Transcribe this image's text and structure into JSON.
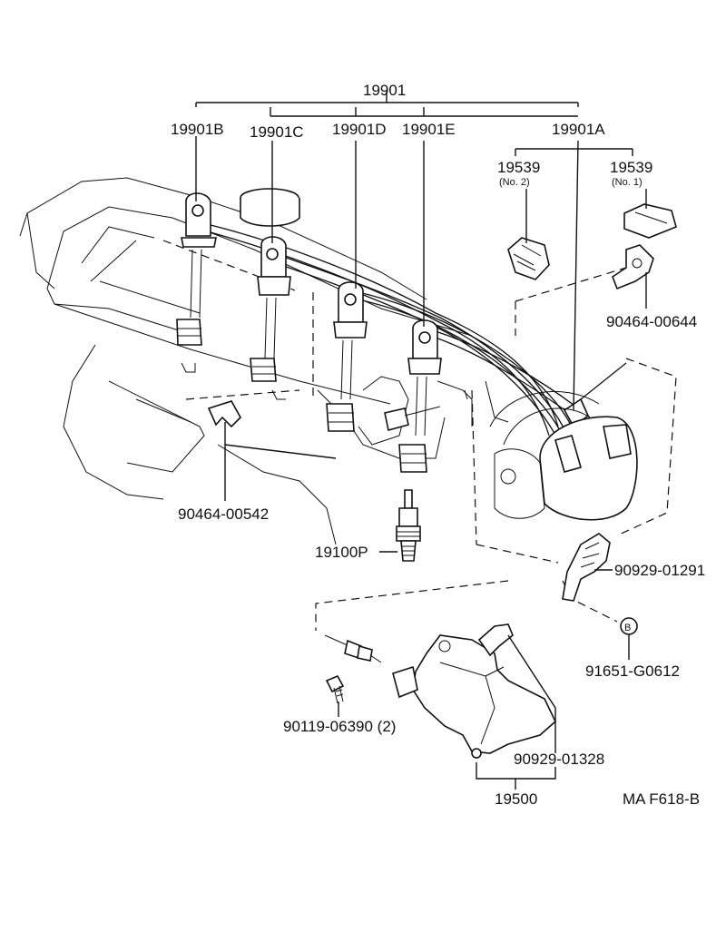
{
  "labels": {
    "assembly": "19901",
    "cord_b": "19901B",
    "cord_c": "19901C",
    "cord_d": "19901D",
    "cord_e": "19901E",
    "cord_a": "19901A",
    "holder_no2": "19539",
    "holder_no2_sub": "(No. 2)",
    "holder_no1": "19539",
    "holder_no1_sub": "(No. 1)",
    "clamp_upper": "90464-00644",
    "clamp_lower": "90464-00542",
    "spark_plug": "19100P",
    "bracket": "90929-01291",
    "bolt": "91651-G0612",
    "bolt_marker": "B",
    "screw": "90119-06390 (2)",
    "coil_clip": "90929-01328",
    "coil": "19500",
    "drawing_ref": "MA F618-B"
  }
}
